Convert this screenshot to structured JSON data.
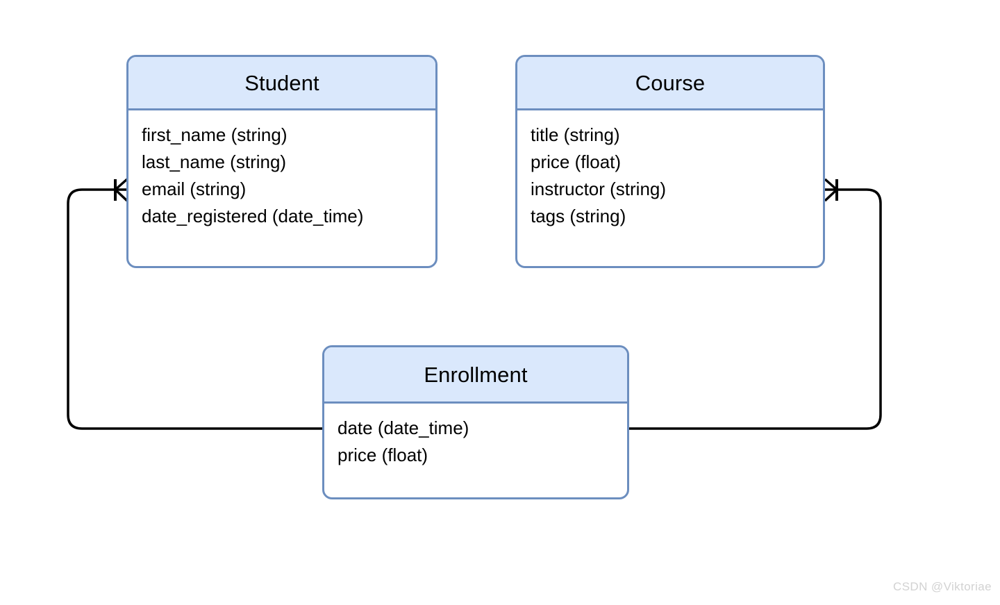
{
  "diagram": {
    "type": "entity-relationship-diagram",
    "background_color": "#FFFFFF",
    "entity_border_color": "#6C8EBF",
    "entity_header_color": "#DAE8FC",
    "connector_color": "#000000",
    "entities": [
      {
        "id": "student",
        "title": "Student",
        "attributes": [
          "first_name (string)",
          "last_name (string)",
          "email (string)",
          "date_registered (date_time)"
        ]
      },
      {
        "id": "course",
        "title": "Course",
        "attributes": [
          "title (string)",
          "price (float)",
          "instructor (string)",
          "tags (string)"
        ]
      },
      {
        "id": "enrollment",
        "title": "Enrollment",
        "attributes": [
          "date (date_time)",
          "price (float)"
        ]
      }
    ],
    "relationships": [
      {
        "id": "student-enrollment",
        "from": "enrollment",
        "to": "student",
        "from_cardinality": "one",
        "to_cardinality": "many",
        "to_marker": "crows-foot-one-many"
      },
      {
        "id": "course-enrollment",
        "from": "enrollment",
        "to": "course",
        "from_cardinality": "one",
        "to_cardinality": "many",
        "to_marker": "crows-foot-one-many"
      }
    ]
  },
  "watermark": {
    "text": "CSDN @Viktoriae"
  }
}
